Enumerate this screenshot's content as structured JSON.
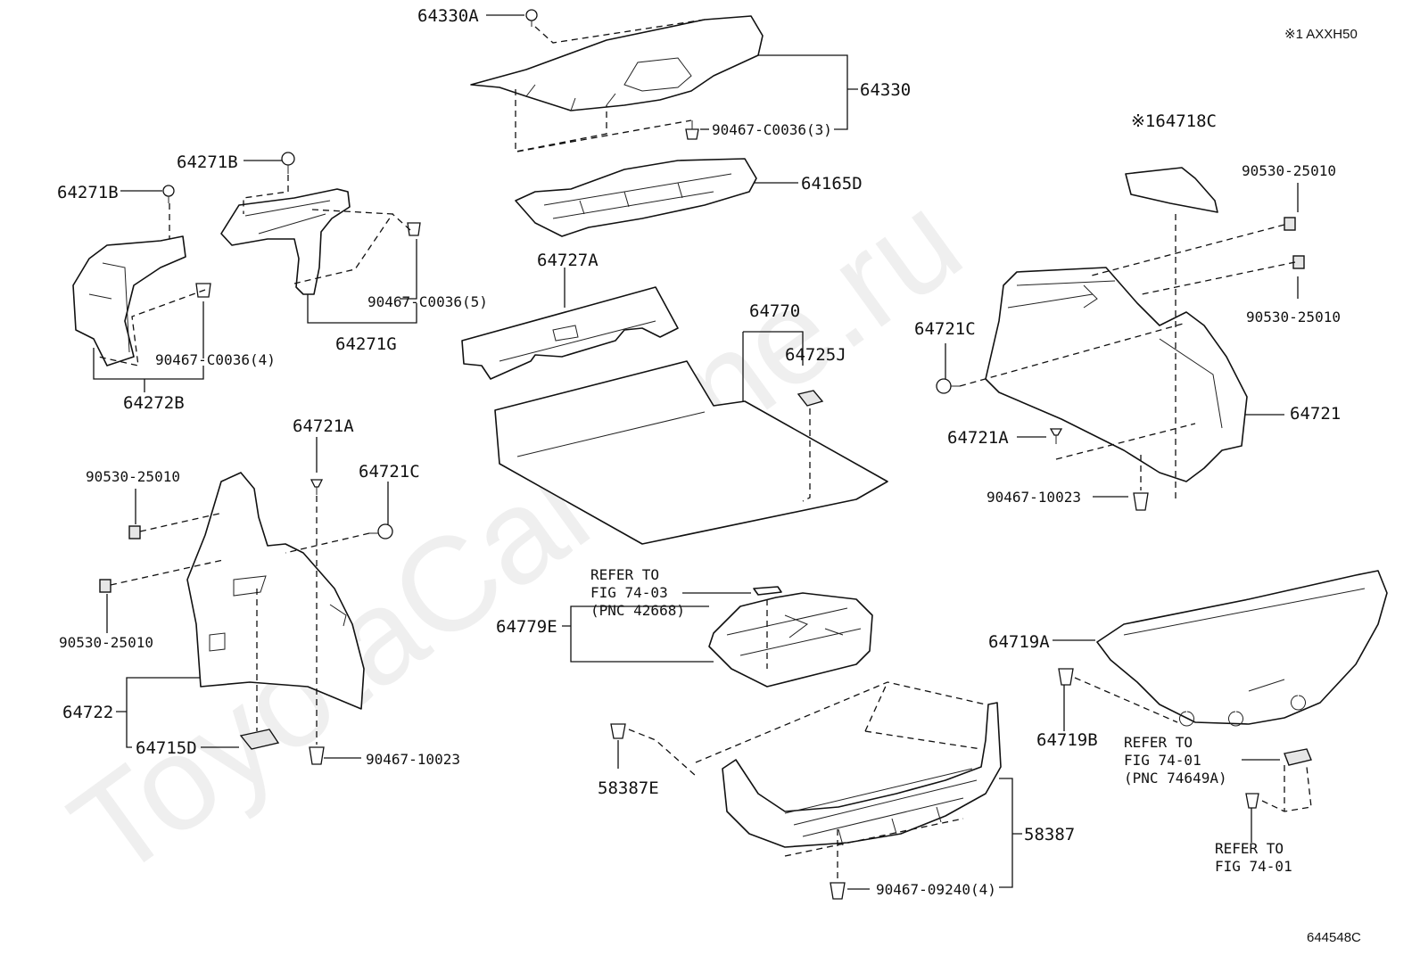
{
  "header": {
    "model_note": "※1 AXXH50"
  },
  "footer": {
    "illustration_id": "644548C"
  },
  "watermark": {
    "text": "ToyotaCarMine.ru"
  },
  "labels": {
    "p64330A": "64330A",
    "p64330": "64330",
    "p90467_c0036_3": "90467-C0036(3)",
    "p64165D": "64165D",
    "p64727A": "64727A",
    "p64770": "64770",
    "p64725J": "64725J",
    "p64271B_upper": "64271B",
    "p64271B_left": "64271B",
    "p90467_c0036_5": "90467-C0036(5)",
    "p64271G": "64271G",
    "p90467_c0036_4": "90467-C0036(4)",
    "p64272B": "64272B",
    "p64718C": "※164718C",
    "p90530_25010_r1": "90530-25010",
    "p90530_25010_r2": "90530-25010",
    "p64721C_r": "64721C",
    "p64721": "64721",
    "p64721A_r": "64721A",
    "p90467_10023_r": "90467-10023",
    "p64721A_l": "64721A",
    "p64721C_l": "64721C",
    "p90530_25010_l1": "90530-25010",
    "p90530_25010_l2": "90530-25010",
    "p64722": "64722",
    "p64715D": "64715D",
    "p90467_10023_l": "90467-10023",
    "p64779E": "64779E",
    "p58387E": "58387E",
    "p58387": "58387",
    "p90467_09240_4": "90467-09240(4)",
    "p64719A": "64719A",
    "p64719B": "64719B"
  },
  "references": {
    "fig_74_03": [
      "REFER TO",
      "FIG 74-03",
      "(PNC 42668)"
    ],
    "fig_74_01_pnc": [
      "REFER TO",
      "FIG 74-01",
      "(PNC 74649A)"
    ],
    "fig_74_01": [
      "REFER TO",
      "FIG 74-01"
    ]
  }
}
